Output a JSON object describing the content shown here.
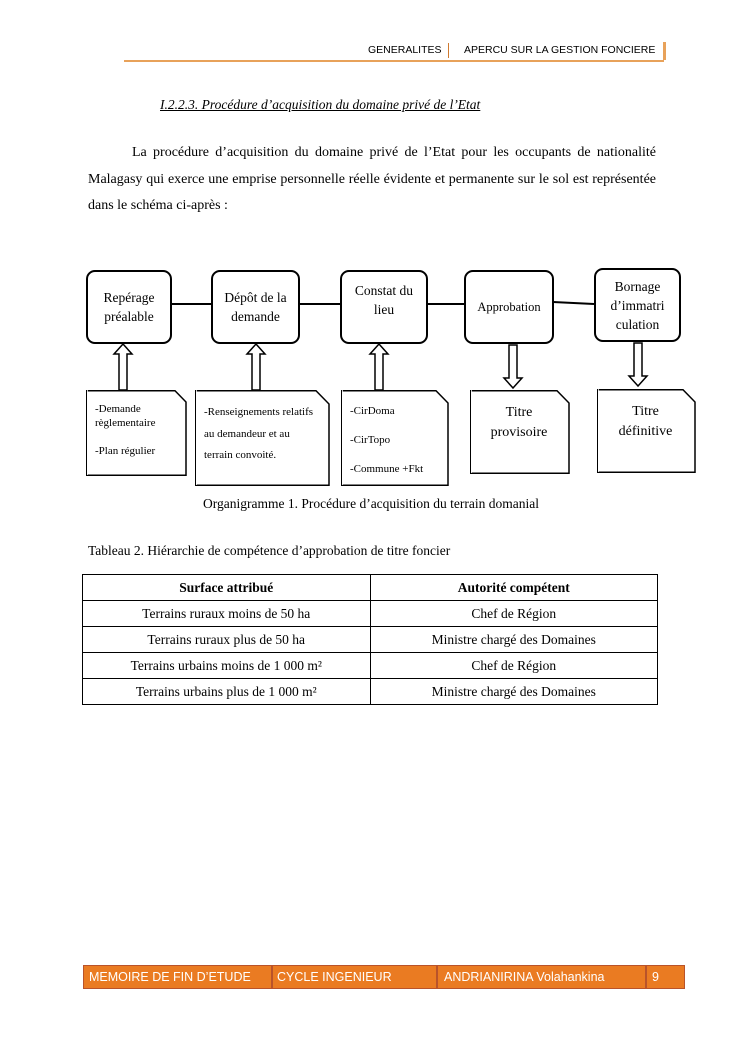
{
  "header": {
    "left": "GENERALITES",
    "right": "APERCU SUR LA GESTION FONCIERE"
  },
  "section_title": "I.2.2.3. Procédure d’acquisition du domaine privé de l’Etat",
  "paragraph": "La procédure d’acquisition du domaine privé de l’Etat pour les occupants de nationalité Malagasy qui exerce une emprise personnelle réelle évidente et permanente sur le sol est représentée dans le schéma ci-après :",
  "diagram": {
    "steps": [
      {
        "label": "Repérage préalable"
      },
      {
        "label": "Dépôt de la demande"
      },
      {
        "label": "Constat du lieu"
      },
      {
        "label": "Approbation"
      },
      {
        "label": "Bornage d’immatriculation"
      }
    ],
    "docs": [
      {
        "lines": [
          "-Demande règlementaire",
          "-Plan régulier"
        ]
      },
      {
        "lines": [
          "-Renseignements relatifs au demandeur et au terrain convoité."
        ]
      },
      {
        "lines": [
          "-CirDoma",
          "-CirTopo",
          "-Commune +Fkt"
        ]
      },
      {
        "lines": [
          "Titre provisoire"
        ]
      },
      {
        "lines": [
          "Titre définitive"
        ]
      }
    ],
    "caption": "Organigramme 1. Procédure d’acquisition du terrain domanial"
  },
  "table": {
    "caption": "Tableau 2. Hiérarchie de compétence d’approbation de titre foncier",
    "headers": [
      "Surface attribué",
      "Autorité compétent"
    ],
    "rows": [
      [
        "Terrains ruraux moins de 50 ha",
        "Chef de Région"
      ],
      [
        "Terrains ruraux plus de 50 ha",
        "Ministre chargé des Domaines"
      ],
      [
        "Terrains urbains moins de 1 000 m²",
        "Chef de Région"
      ],
      [
        "Terrains urbains plus de 1 000 m²",
        "Ministre chargé des Domaines"
      ]
    ]
  },
  "footer": {
    "cell1": "MEMOIRE DE FIN D’ETUDE",
    "cell2": "CYCLE INGENIEUR",
    "cell3": "ANDRIANIRINA Volahankina",
    "page": "9"
  }
}
